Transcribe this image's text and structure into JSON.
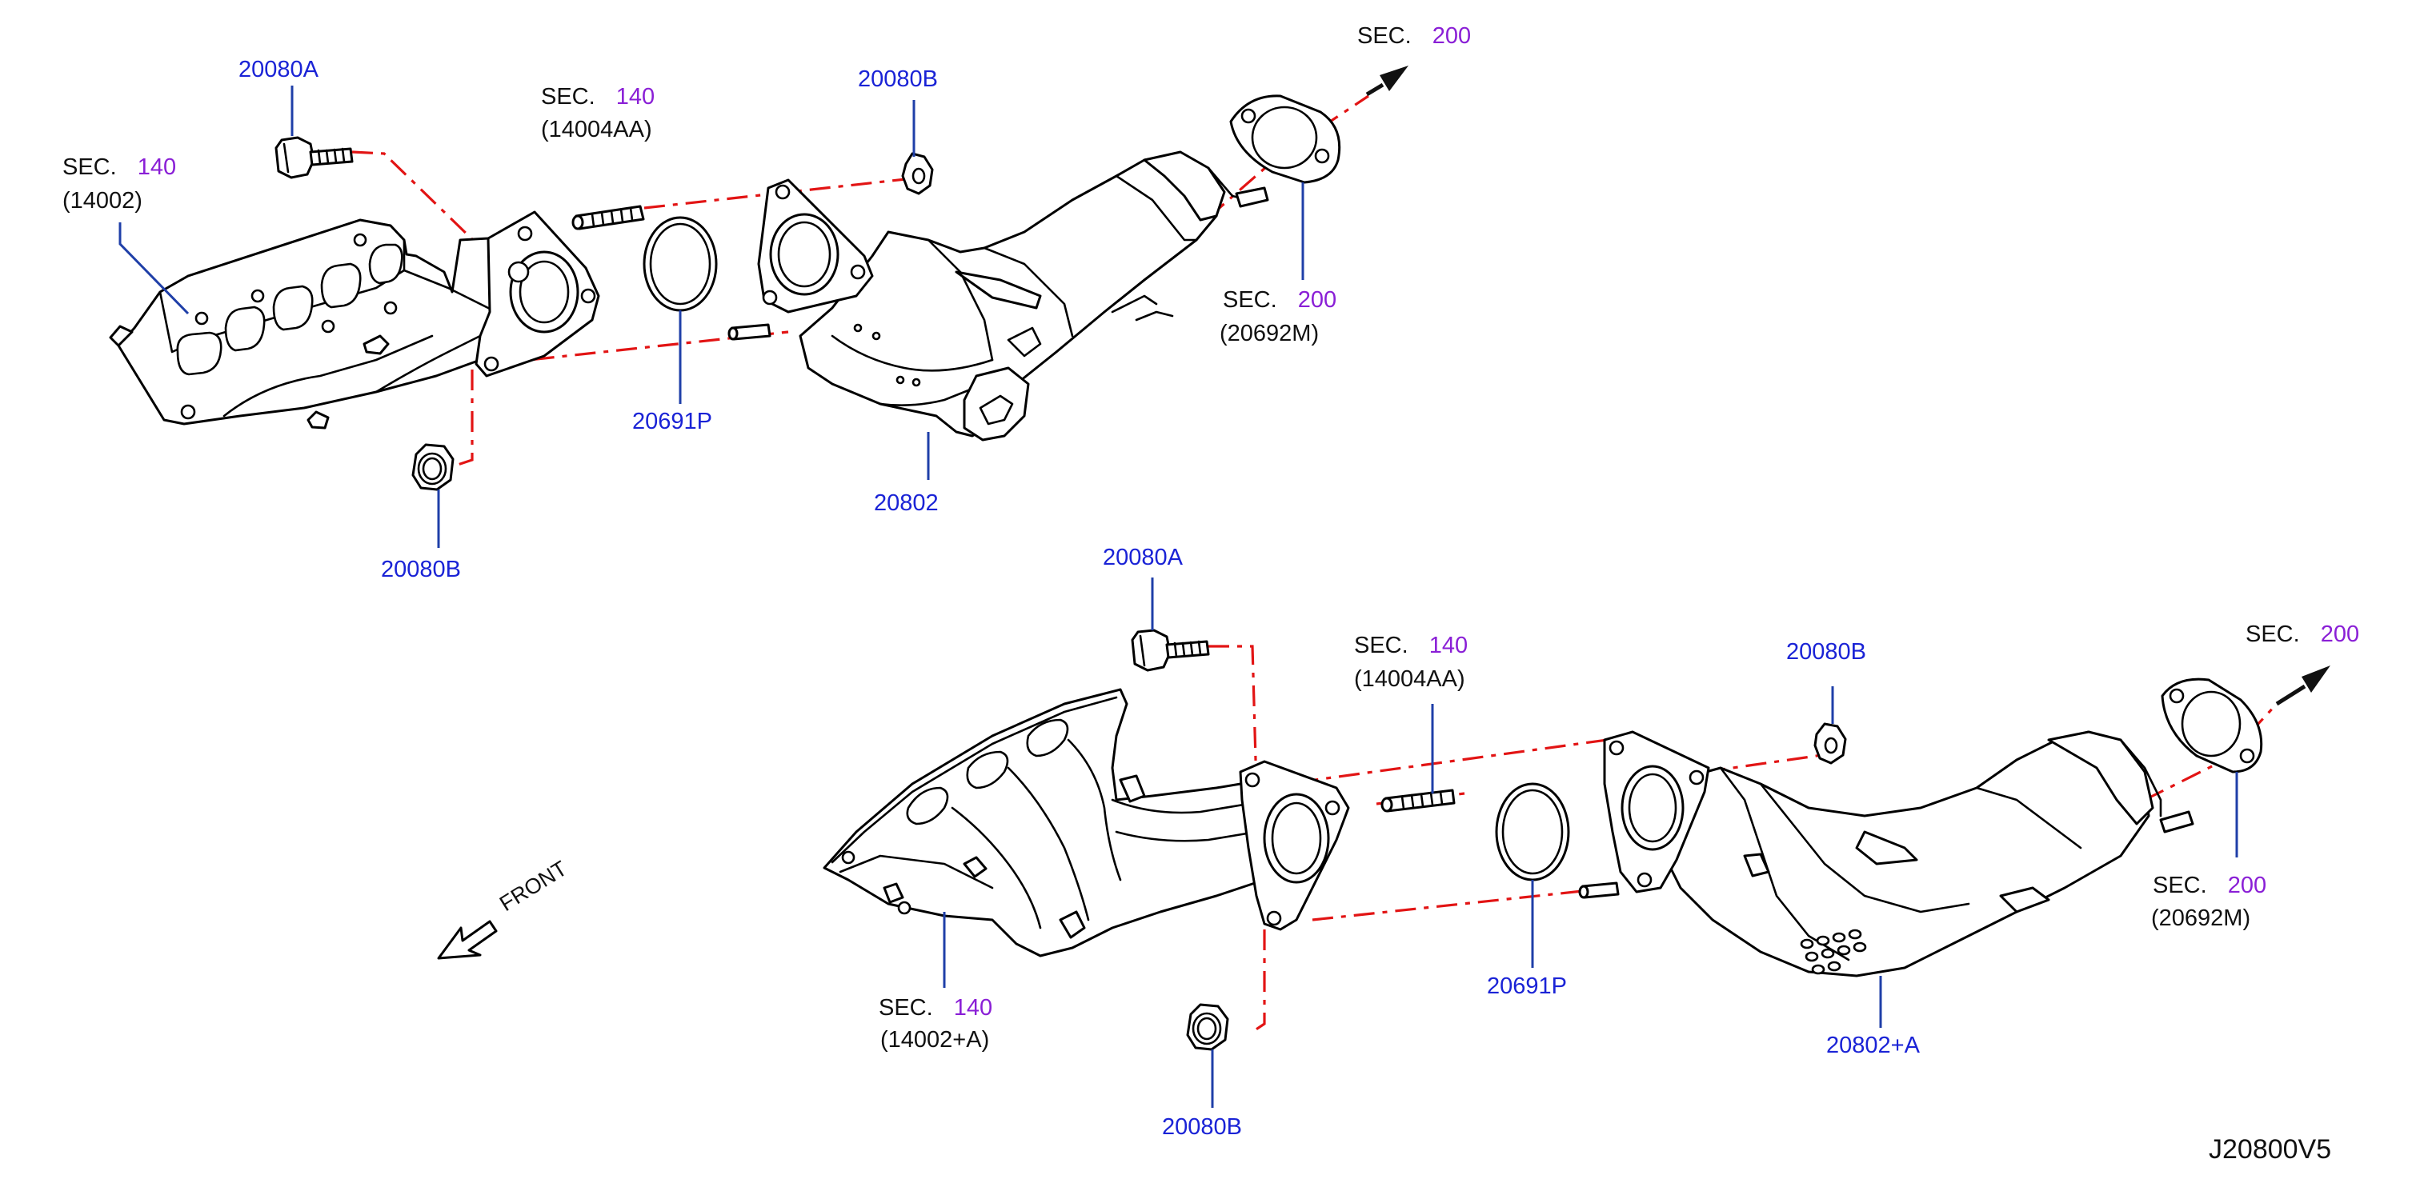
{
  "colors": {
    "part_number": "#1a23d6",
    "section_number": "#8a1fd6",
    "reference_line": "#e21414",
    "leader_line": "#1f3fa8"
  },
  "top_assembly": {
    "bolt_label": "20080A",
    "manifold_sec_prefix": "SEC.",
    "manifold_sec_num": "140",
    "manifold_ref": "(14002)",
    "stud_sec_prefix": "SEC.",
    "stud_sec_num": "140",
    "stud_ref": "(14004AA)",
    "nut_top_label": "20080B",
    "gasket_label": "20691P",
    "converter_label": "20802",
    "nut_bottom_label": "20080B",
    "exit_sec_prefix": "SEC.",
    "exit_sec_num": "200",
    "gasket2_sec_prefix": "SEC.",
    "gasket2_sec_num": "200",
    "gasket2_ref": "(20692M)"
  },
  "bottom_assembly": {
    "bolt_label": "20080A",
    "stud_sec_prefix": "SEC.",
    "stud_sec_num": "140",
    "stud_ref": "(14004AA)",
    "nut_top_label": "20080B",
    "exit_sec_prefix": "SEC.",
    "exit_sec_num": "200",
    "gasket2_sec_prefix": "SEC.",
    "gasket2_sec_num": "200",
    "gasket2_ref": "(20692M)",
    "manifold_sec_prefix": "SEC.",
    "manifold_sec_num": "140",
    "manifold_ref": "(14002+A)",
    "gasket_label": "20691P",
    "converter_label": "20802+A",
    "nut_bottom_label": "20080B"
  },
  "front_label": "FRONT",
  "diagram_id": "J20800V5"
}
